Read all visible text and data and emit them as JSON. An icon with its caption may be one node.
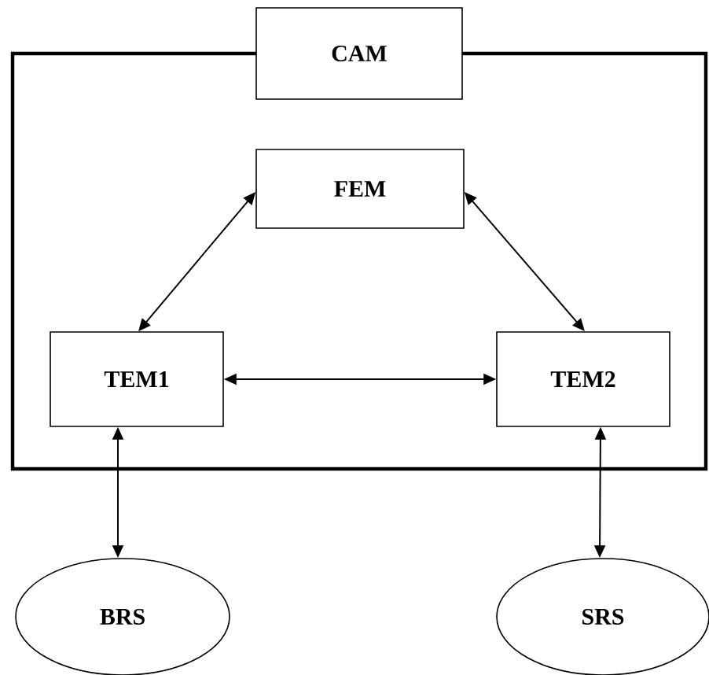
{
  "diagram": {
    "nodes": [
      {
        "text": [],
        "shape": "box"
      },
      {
        "text": [
          "CAM"
        ]
      },
      {
        "text": [
          "FEM"
        ],
        "in": 0
      },
      {
        "text": [
          "TEM1"
        ],
        "in": 0
      },
      {
        "text": [
          "TEM2"
        ],
        "in": 0
      },
      {
        "text": [
          "BRS"
        ]
      },
      {
        "text": [
          "SRS"
        ]
      }
    ],
    "edges": [
      {
        "from": 2,
        "to": 3,
        "arrow": "both"
      },
      {
        "from": 2,
        "to": 4,
        "arrow": "both"
      },
      {
        "from": 3,
        "to": 4,
        "arrow": "both"
      },
      {
        "from": 3,
        "to": 5,
        "arrow": "both"
      },
      {
        "from": 4,
        "to": 6,
        "arrow": "both"
      }
    ]
  }
}
